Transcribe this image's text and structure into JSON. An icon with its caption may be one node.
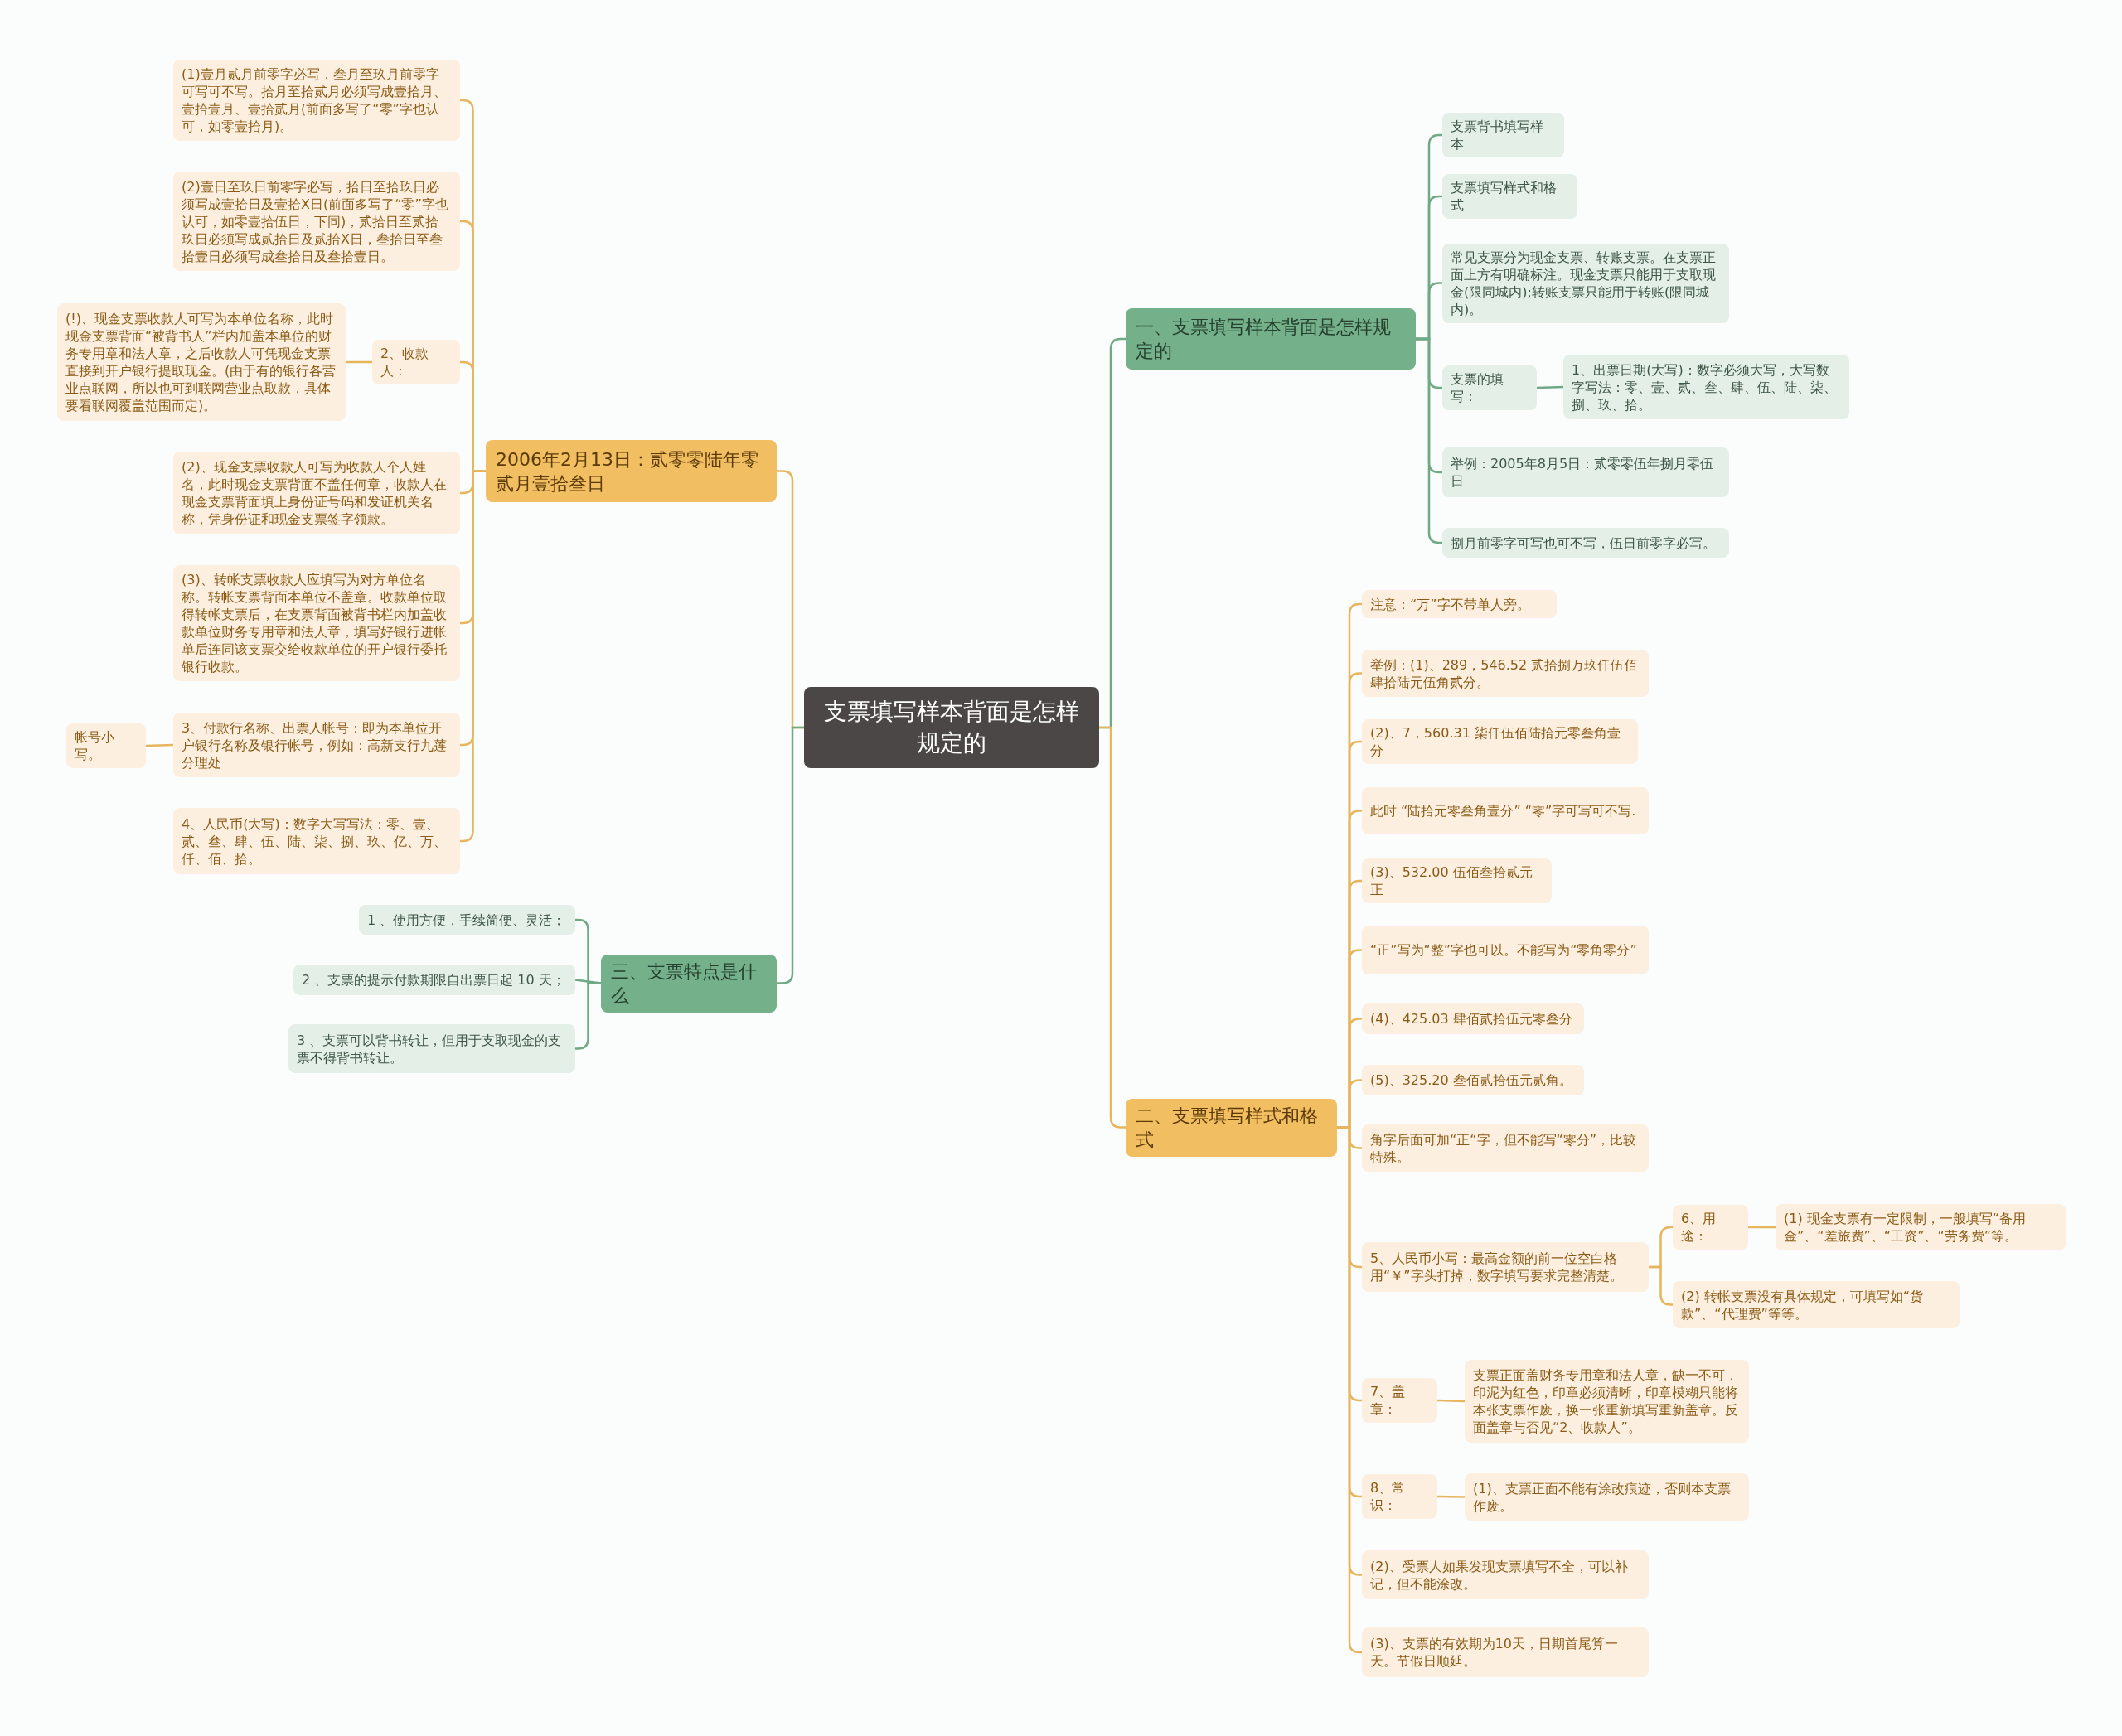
{
  "diagram": {
    "nodes": [
      {
        "text": [
          "支票填写样本背面是怎样规定的"
        ]
      },
      {
        "text": [
          "一、支票填写样本背面是怎样规定的"
        ]
      },
      {
        "text": [
          "支票背书填写样本"
        ]
      },
      {
        "text": [
          "支票填写样式和格式"
        ]
      },
      {
        "text": [
          "常见支票分为现金支票、转账支票。在支票正面上方有明确标注。现金支票只能用于支取现金(限同城内);转账支票只能用于转账(限同城内)。"
        ]
      },
      {
        "text": [
          "支票的填写："
        ]
      },
      {
        "text": [
          "1、出票日期(大写)：数字必须大写，大写数字写法：零、壹、贰、叁、肆、伍、陆、柒、捌、玖、拾。"
        ]
      },
      {
        "text": [
          "举例：2005年8月5日：贰零零伍年捌月零伍日"
        ]
      },
      {
        "text": [
          "捌月前零字可写也可不写，伍日前零字必写。"
        ]
      },
      {
        "text": [
          "二、支票填写样式和格式"
        ]
      },
      {
        "text": [
          "注意：“万”字不带单人旁。"
        ]
      },
      {
        "text": [
          "举例：(1)、289，546.52 贰拾捌万玖仟伍佰肆拾陆元伍角贰分。"
        ]
      },
      {
        "text": [
          "(2)、7，560.31 柒仟伍佰陆拾元零叁角壹分"
        ]
      },
      {
        "text": [
          "此时 “陆拾元零叁角壹分” “零”字可写可不写."
        ]
      },
      {
        "text": [
          "(3)、532.00 伍佰叁拾贰元正"
        ]
      },
      {
        "text": [
          "“正”写为“整”字也可以。不能写为“零角零分”"
        ]
      },
      {
        "text": [
          "(4)、425.03 肆佰贰拾伍元零叁分"
        ]
      },
      {
        "text": [
          "(5)、325.20 叁佰贰拾伍元贰角。"
        ]
      },
      {
        "text": [
          "角字后面可加“正“字，但不能写“零分”，比较特殊。"
        ]
      },
      {
        "text": [
          "5、人民币小写：最高金额的前一位空白格用“￥”字头打掉，数字填写要求完整清楚。"
        ]
      },
      {
        "text": [
          "6、用途："
        ]
      },
      {
        "text": [
          "(1) 现金支票有一定限制，一般填写“备用金”、“差旅费”、“工资”、“劳务费”等。"
        ]
      },
      {
        "text": [
          "(2) 转帐支票没有具体规定，可填写如“货款”、“代理费”等等。"
        ]
      },
      {
        "text": [
          "7、盖章："
        ]
      },
      {
        "text": [
          "支票正面盖财务专用章和法人章，缺一不可，印泥为红色，印章必须清晰，印章模糊只能将本张支票作废，换一张重新填写重新盖章。反面盖章与否见“2、收款人”。"
        ]
      },
      {
        "text": [
          "8、常识："
        ]
      },
      {
        "text": [
          "(1)、支票正面不能有涂改痕迹，否则本支票作废。"
        ]
      },
      {
        "text": [
          "(2)、受票人如果发现支票填写不全，可以补记，但不能涂改。"
        ]
      },
      {
        "text": [
          "(3)、支票的有效期为10天，日期首尾算一天。节假日顺延。"
        ]
      },
      {
        "text": [
          "2006年2月13日：贰零零陆年零贰月壹拾叁日"
        ]
      },
      {
        "text": [
          "(1)壹月贰月前零字必写，叁月至玖月前零字可写可不写。拾月至拾贰月必须写成壹拾月、壹拾壹月、壹拾贰月(前面多写了“零”字也认可，如零壹拾月)。"
        ]
      },
      {
        "text": [
          "(2)壹日至玖日前零字必写，拾日至拾玖日必须写成壹拾日及壹拾X日(前面多写了“零”字也认可，如零壹拾伍日，下同)，贰拾日至贰拾玖日必须写成贰拾日及贰拾X日，叁拾日至叁拾壹日必须写成叁拾日及叁拾壹日。"
        ]
      },
      {
        "text": [
          "2、收款人："
        ]
      },
      {
        "text": [
          "(!)、现金支票收款人可写为本单位名称，此时现金支票背面“被背书人”栏内加盖本单位的财务专用章和法人章，之后收款人可凭现金支票直接到开户银行提取现金。(由于有的银行各营业点联网，所以也可到联网营业点取款，具体要看联网覆盖范围而定)。"
        ]
      },
      {
        "text": [
          "(2)、现金支票收款人可写为收款人个人姓名，此时现金支票背面不盖任何章，收款人在现金支票背面填上身份证号码和发证机关名称，凭身份证和现金支票签字领款。"
        ]
      },
      {
        "text": [
          "(3)、转帐支票收款人应填写为对方单位名称。转帐支票背面本单位不盖章。收款单位取得转帐支票后，在支票背面被背书栏内加盖收款单位财务专用章和法人章，填写好银行进帐单后连同该支票交给收款单位的开户银行委托银行收款。"
        ]
      },
      {
        "text": [
          "3、付款行名称、出票人帐号：即为本单位开户银行名称及银行帐号，例如：高新支行九莲分理处"
        ]
      },
      {
        "text": [
          "帐号小写。"
        ]
      },
      {
        "text": [
          "4、人民币(大写)：数字大写写法：零、壹、贰、叁、肆、伍、陆、柒、捌、玖、亿、万、仟、佰、拾。"
        ]
      },
      {
        "text": [
          "三、支票特点是什么"
        ]
      },
      {
        "text": [
          "1 、使用方便，手续简便、灵活；"
        ]
      },
      {
        "text": [
          "2 、支票的提示付款期限自出票日起 10 天；"
        ]
      },
      {
        "text": [
          "3 、支票可以背书转让，但用于支取现金的支票不得背书转让。"
        ]
      }
    ],
    "edges": [
      {
        "from": 0,
        "to": 1,
        "arrow": "none",
        "color": "#6fa986"
      },
      {
        "from": 1,
        "to": 2,
        "arrow": "none",
        "color": "#6fa986"
      },
      {
        "from": 1,
        "to": 3,
        "arrow": "none",
        "color": "#6fa986"
      },
      {
        "from": 1,
        "to": 4,
        "arrow": "none",
        "color": "#6fa986"
      },
      {
        "from": 1,
        "to": 5,
        "arrow": "none",
        "color": "#6fa986"
      },
      {
        "from": 5,
        "to": 6,
        "arrow": "none",
        "color": "#6fa986"
      },
      {
        "from": 1,
        "to": 7,
        "arrow": "none",
        "color": "#6fa986"
      },
      {
        "from": 1,
        "to": 8,
        "arrow": "none",
        "color": "#6fa986"
      },
      {
        "from": 0,
        "to": 9,
        "arrow": "none"
      },
      {
        "from": 9,
        "to": 10,
        "arrow": "none"
      },
      {
        "from": 9,
        "to": 11,
        "arrow": "none"
      },
      {
        "from": 9,
        "to": 12,
        "arrow": "none"
      },
      {
        "from": 9,
        "to": 13,
        "arrow": "none"
      },
      {
        "from": 9,
        "to": 14,
        "arrow": "none"
      },
      {
        "from": 9,
        "to": 15,
        "arrow": "none"
      },
      {
        "from": 9,
        "to": 16,
        "arrow": "none"
      },
      {
        "from": 9,
        "to": 17,
        "arrow": "none"
      },
      {
        "from": 9,
        "to": 18,
        "arrow": "none"
      },
      {
        "from": 9,
        "to": 19,
        "arrow": "none"
      },
      {
        "from": 19,
        "to": 20,
        "arrow": "none"
      },
      {
        "from": 20,
        "to": 21,
        "arrow": "none"
      },
      {
        "from": 19,
        "to": 22,
        "arrow": "none"
      },
      {
        "from": 9,
        "to": 23,
        "arrow": "none"
      },
      {
        "from": 23,
        "to": 24,
        "arrow": "none"
      },
      {
        "from": 9,
        "to": 25,
        "arrow": "none"
      },
      {
        "from": 25,
        "to": 26,
        "arrow": "none"
      },
      {
        "from": 9,
        "to": 27,
        "arrow": "none"
      },
      {
        "from": 9,
        "to": 28,
        "arrow": "none"
      },
      {
        "from": 0,
        "to": 29,
        "arrow": "none"
      },
      {
        "from": 29,
        "to": 30,
        "arrow": "none"
      },
      {
        "from": 29,
        "to": 31,
        "arrow": "none"
      },
      {
        "from": 29,
        "to": 32,
        "arrow": "none"
      },
      {
        "from": 32,
        "to": 33,
        "arrow": "none"
      },
      {
        "from": 29,
        "to": 34,
        "arrow": "none"
      },
      {
        "from": 29,
        "to": 35,
        "arrow": "none"
      },
      {
        "from": 29,
        "to": 36,
        "arrow": "none"
      },
      {
        "from": 36,
        "to": 37,
        "arrow": "none"
      },
      {
        "from": 29,
        "to": 38,
        "arrow": "none"
      },
      {
        "from": 0,
        "to": 39,
        "arrow": "none",
        "color": "#6fa986"
      },
      {
        "from": 39,
        "to": 40,
        "arrow": "none",
        "color": "#6fa986"
      },
      {
        "from": 39,
        "to": 41,
        "arrow": "none",
        "color": "#6fa986"
      },
      {
        "from": 39,
        "to": 42,
        "arrow": "none",
        "color": "#6fa986"
      }
    ]
  }
}
